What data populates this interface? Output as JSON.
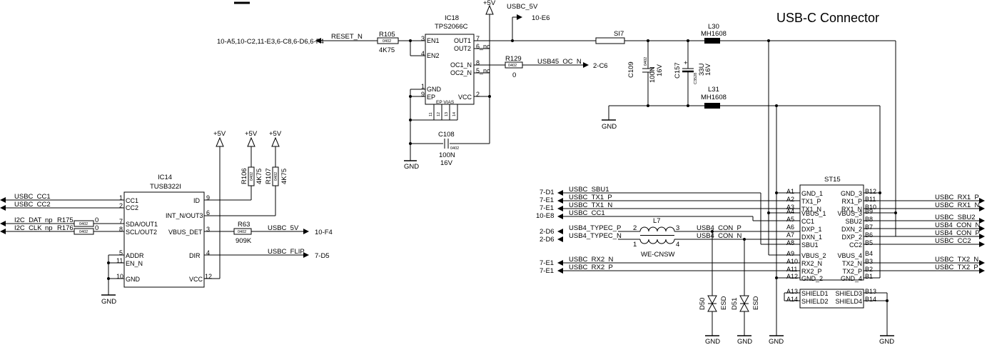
{
  "title": "USB-C Connector",
  "nets": {
    "reset_n": "RESET_N",
    "reset_refs": "10-A5,10-C2,11-E3,6-C8,6-D6,6-F4",
    "usbc_5v": "USBC_5V",
    "usbc_5v_ref": "10-E6",
    "usb45_oc_n": "USB45_OC_N",
    "usb45_oc_ref": "2-C6",
    "usbc_cc1": "USBC_CC1",
    "usbc_cc2": "USBC_CC2",
    "i2c_dat": "I2C_DAT",
    "i2c_clk": "I2C_CLK",
    "usbc_5v_b": "USBC_5V",
    "usbc_5v_b_ref": "10-F4",
    "usbc_flip": "USBC_FLIP",
    "usbc_flip_ref": "7-D5",
    "usbc_sbu1": "USBC_SBU1",
    "usbc_tx1_p": "USBC_TX1_P",
    "usbc_tx1_n": "USBC_TX1_N",
    "usbc_cc1_b": "USBC_CC1",
    "usb4_typec_p": "USB4_TYPEC_P",
    "usb4_typec_n": "USB4_TYPEC_N",
    "usb4_con_p_l": "USB4_CON_P",
    "usb4_con_n_l": "USB4_CON_N",
    "usbc_rx2_n": "USBC_RX2_N",
    "usbc_rx2_p": "USBC_RX2_P",
    "usbc_rx1_p": "USBC_RX1_P",
    "usbc_rx1_n": "USBC_RX1_N",
    "usbc_sbu2": "USBC_SBU2",
    "usb4_con_n_r": "USB4_CON_N",
    "usb4_con_p_r": "USB4_CON_P",
    "usbc_cc2_r": "USBC_CC2",
    "usbc_tx2_n": "USBC_TX2_N",
    "usbc_tx2_p": "USBC_TX2_P"
  },
  "refs": {
    "sbu1": "7-D1",
    "tx1_p": "7-E1",
    "tx1_n": "7-E1",
    "cc1": "10-E8",
    "typec_p": "2-D6",
    "typec_n": "2-D6",
    "rx2_n": "7-E1",
    "rx2_p": "7-E1"
  },
  "power": {
    "plus5v": "+5V",
    "gnd": "GND",
    "np": "np"
  },
  "ic18": {
    "ref": "IC18",
    "part": "TPS2066C",
    "pins_left": [
      {
        "num": "3",
        "name": "EN1"
      },
      {
        "num": "4",
        "name": "EN2"
      },
      {
        "num": "1",
        "name": "GND"
      },
      {
        "num": "9",
        "name": "EP"
      }
    ],
    "pins_right": [
      {
        "num": "7",
        "name": "OUT1"
      },
      {
        "num": "6_nc",
        "name": "OUT2"
      },
      {
        "num": "8",
        "name": "OC1_N"
      },
      {
        "num": "5_nc",
        "name": "OC2_N"
      },
      {
        "num": "2",
        "name": "VCC"
      }
    ],
    "ep_vias_label": "EP VIAS",
    "ep_vias": [
      "11",
      "12",
      "13",
      "14"
    ]
  },
  "ic14": {
    "ref": "IC14",
    "part": "TUSB322I",
    "pins_left": [
      {
        "num": "1",
        "name": "CC1"
      },
      {
        "num": "2",
        "name": "CC2"
      },
      {
        "num": "7",
        "name": "SDA/OUT1"
      },
      {
        "num": "8",
        "name": "SCL/OUT2"
      },
      {
        "num": "5",
        "name": "ADDR"
      },
      {
        "num": "11",
        "name": "EN_N"
      },
      {
        "num": "10",
        "name": "GND"
      }
    ],
    "pins_right": [
      {
        "num": "9",
        "name": "ID"
      },
      {
        "num": "6",
        "name": "INT_N/OUT3"
      },
      {
        "num": "3",
        "name": "VBUS_DET"
      },
      {
        "num": "4",
        "name": "DIR"
      },
      {
        "num": "12",
        "name": "VCC"
      }
    ]
  },
  "st15": {
    "ref": "ST15",
    "pins_left": [
      {
        "num": "A1",
        "name": "GND_1"
      },
      {
        "num": "A2",
        "name": "TX1_P"
      },
      {
        "num": "A3",
        "name": "TX1_N"
      },
      {
        "num": "A4",
        "name": "VBUS_1"
      },
      {
        "num": "A5",
        "name": "CC1"
      },
      {
        "num": "A6",
        "name": "DXP_1"
      },
      {
        "num": "A7",
        "name": "DXN_1"
      },
      {
        "num": "A8",
        "name": "SBU1"
      },
      {
        "num": "A9",
        "name": "VBUS_2"
      },
      {
        "num": "A10",
        "name": "RX2_N"
      },
      {
        "num": "A11",
        "name": "RX2_P"
      },
      {
        "num": "A12",
        "name": "GND_2"
      },
      {
        "num": "A13",
        "name": "SHIELD1"
      },
      {
        "num": "A14",
        "name": "SHIELD2"
      }
    ],
    "pins_right": [
      {
        "num": "B12",
        "name": "GND_3"
      },
      {
        "num": "B11",
        "name": "RX1_P"
      },
      {
        "num": "B10",
        "name": "RX1_N"
      },
      {
        "num": "B9",
        "name": "VBUS_3"
      },
      {
        "num": "B8",
        "name": "SBU2"
      },
      {
        "num": "B7",
        "name": "DXN_2"
      },
      {
        "num": "B6",
        "name": "DXP_2"
      },
      {
        "num": "B5",
        "name": "CC2"
      },
      {
        "num": "B4",
        "name": "VBUS_4"
      },
      {
        "num": "B3",
        "name": "TX2_N"
      },
      {
        "num": "B2",
        "name": "TX2_P"
      },
      {
        "num": "B1",
        "name": "GND_4"
      },
      {
        "num": "B13",
        "name": "SHIELD3"
      },
      {
        "num": "B14",
        "name": "SHIELD4"
      }
    ]
  },
  "parts": {
    "r105": {
      "ref": "R105",
      "value": "4K75",
      "pkg": "0402"
    },
    "r129": {
      "ref": "R129",
      "value": "0",
      "pkg": "0402"
    },
    "c108": {
      "ref": "C108",
      "value": "100N",
      "voltage": "16V",
      "pkg": "0402"
    },
    "si7": {
      "ref": "SI7"
    },
    "c109": {
      "ref": "C109",
      "value": "100N",
      "voltage": "16V",
      "pkg": "0402"
    },
    "c157": {
      "ref": "C157",
      "value": "33U",
      "voltage": "16V",
      "pkg": "C3528"
    },
    "l30": {
      "ref": "L30",
      "value": "MH1608"
    },
    "l31": {
      "ref": "L31",
      "value": "MH1608"
    },
    "r106": {
      "ref": "R106",
      "value": "4K75",
      "pkg": "0402"
    },
    "r107": {
      "ref": "R107",
      "value": "4K75",
      "pkg": "0402"
    },
    "r175": {
      "ref": "R175",
      "value": "0",
      "pkg": "0402"
    },
    "r176": {
      "ref": "R176",
      "value": "0",
      "pkg": "0402"
    },
    "r63": {
      "ref": "R63",
      "value": "909K",
      "pkg": "0402"
    },
    "l7": {
      "ref": "L7",
      "value": "WE-CNSW",
      "pins": [
        "1",
        "2",
        "3",
        "4"
      ]
    },
    "d50": {
      "ref": "D50",
      "value": "ESD"
    },
    "d51": {
      "ref": "D51",
      "value": "ESD"
    }
  }
}
